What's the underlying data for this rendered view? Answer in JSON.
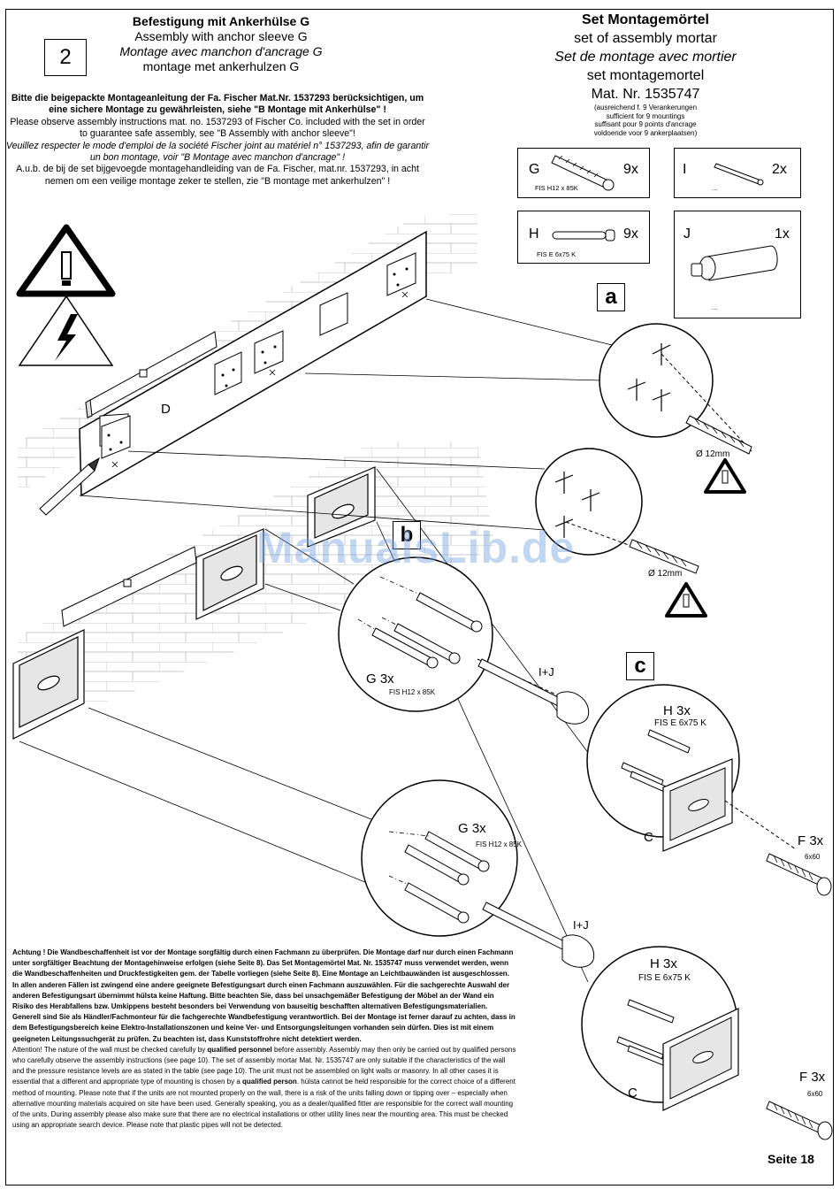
{
  "header": {
    "step_number": "2",
    "title_de": "Befestigung mit Ankerhülse  G",
    "title_en": "Assembly with anchor sleeve G",
    "title_fr": "Montage avec manchon d'ancrage G",
    "title_nl": "montage met ankerhulzen G"
  },
  "instructions": {
    "de": "Bitte  die beigepackte Montageanleitung der Fa. Fischer Mat.Nr. 1537293 berücksichtigen, um eine sichere Montage zu gewährleisten, siehe \"B Montage mit Ankerhülse\" !",
    "en": "Please observe assembly instructions mat. no. 1537293 of Fischer Co. included with the set in order to guarantee safe assembly, see \"B Assembly with anchor sleeve\"!",
    "fr": "Veuillez respecter le mode d'emploi de la société Fischer joint au matériel n° 1537293, afin de garantir un bon montage, voir \"B Montage avec manchon d'ancrage\" !",
    "nl": "A.u.b. de bij de set bijgevoegde montagehandleiding van de Fa. Fischer, mat.nr. 1537293, in acht nemen om een veilige montage zeker te stellen, zie \"B montage met ankerhulzen\" !"
  },
  "mortar_set": {
    "title_de": "Set Montagemörtel",
    "title_en": "set of assembly mortar",
    "title_fr": "Set  de montage avec mortier",
    "title_nl": "set montagemortel",
    "mat_nr": "Mat. Nr. 1535747",
    "note_1": "(ausreichend f. 9 Verankerungen",
    "note_2": "sufficient for 9 mountings",
    "note_3": "suffisant pour 9 points d'ancrage",
    "note_4": "voldoende voor 9 ankerplaatsen)"
  },
  "parts": {
    "G": {
      "letter": "G",
      "qty": "9x",
      "spec": "FIS H12 x 85K"
    },
    "I": {
      "letter": "I",
      "qty": "2x",
      "spec": "..."
    },
    "H": {
      "letter": "H",
      "qty": "9x",
      "spec": "FIS E 6x75 K"
    },
    "J": {
      "letter": "J",
      "qty": "1x",
      "spec": "..."
    }
  },
  "diagram": {
    "callout_a": "a",
    "callout_b": "b",
    "callout_c": "c",
    "label_D": "D",
    "drill_dia_1": "Ø 12mm",
    "drill_dia_2": "Ø 12mm",
    "G_top_label": "G  3x",
    "G_top_spec": "FIS H12 x 85K",
    "IJ_top": "I+J",
    "H_top_label": "H  3x",
    "H_top_spec": "FIS E 6x75 K",
    "C_top": "C",
    "F_top_label": "F 3x",
    "F_top_spec": "6x60",
    "G_bot_label": "G  3x",
    "G_bot_spec": "FIS H12 x 85K",
    "IJ_bot": "I+J",
    "H_bot_label": "H  3x",
    "H_bot_spec": "FIS E 6x75 K",
    "C_bot": "C",
    "F_bot_label": "F 3x",
    "F_bot_spec": "6x60"
  },
  "warning": {
    "de_lead": "Achtung ! ",
    "de_body": "Die Wandbeschaffenheit ist vor der Montage sorgfältig durch einen Fachmann zu überprüfen. Die Montage darf nur durch einen Fachmann unter sorgfältiger Beachtung der Montagehinweise erfolgen (siehe Seite 8). Das Set Montagemörtel  Mat. Nr. 1535747 muss verwendet werden, wenn die Wandbeschaffenheiten und Druckfestigkeiten gem. der Tabelle vorliegen (siehe Seite 8). Eine Montage an Leichtbauwänden ist ausgeschlossen. In allen anderen Fällen ist zwingend eine  andere geeignete Befestigungsart durch einen Fachmann auszuwählen. Für die sachgerechte Auswahl der anderen Befestigungsart übernimmt hülsta keine Haftung. Bitte beachten Sie, dass bei unsachgemäßer Befestigung der Möbel an der Wand ein Risiko des Herabfallens bzw. Umkippens besteht besonders bei Verwendung von bauseitig beschafften alternativen Befestigungsmaterialien. Generell sind Sie als Händler/Fachmonteur für die fachgerechte Wandbefestigung verantwortlich. Bei der Montage ist ferner darauf zu achten, dass in dem Befestigungsbereich keine Elektro-Installationszonen und keine Ver- und Entsorgungsleitungen vorhanden sein dürfen. Dies ist mit einem geeigneten Leitungssuchgerät zu prüfen. Zu beachten ist, dass Kunststoffrohre nicht detektiert werden.",
    "en_1": "Attention! The nature of the wall must be checked carefully by ",
    "en_bold_1": "qualified personnel",
    "en_2": " before assembly. Assembly may then only be carried out by qualified persons who carefully observe the assembly instructions (see page 10). The set of assembly mortar  Mat. Nr. 1535747 are only suitable if the characteristics of the wall and the pressure resistance levels are as stated in the table (see page 10). The unit must not be assembled on light walls or masonry. In all other cases it is essential that a different and appropriate type of mounting is chosen by a ",
    "en_bold_2": "qualified person",
    "en_3": ". hülsta cannot be held responsible for the correct choice of a different method of mounting. Please note that if the units are not mounted properly on the wall, there is a risk of the units falling down or tipping over – especially when alternative mounting materials acquired on site have been used. Generally speaking, you as a dealer/qualified fitter are responsible for the correct wall mounting of the units. During assembly please also make sure that there are no electrical installations or other utility lines near the mounting area. This must be checked using an appropriate search device. Please note that plastic pipes will not be detected."
  },
  "footer": {
    "page": "Seite 18"
  },
  "watermark": "ManualsLib.de"
}
